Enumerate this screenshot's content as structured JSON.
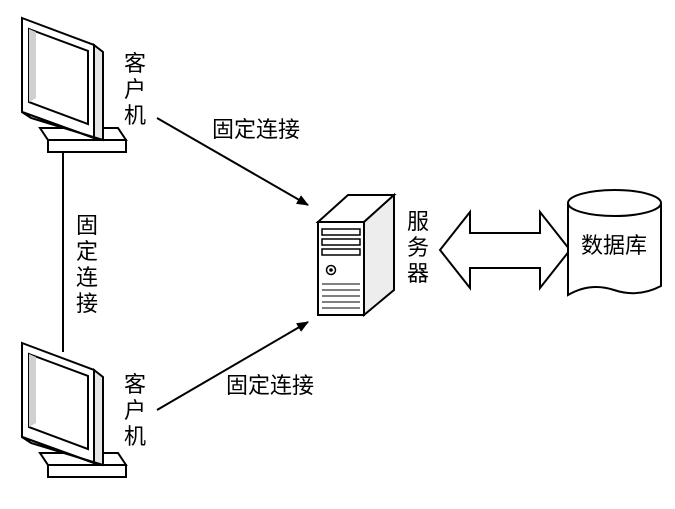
{
  "client_top": {
    "label": "客\n户\n机"
  },
  "client_bottom": {
    "label": "客\n户\n机"
  },
  "server": {
    "label": "服\n务\n器"
  },
  "database": {
    "label": "数据库"
  },
  "links": {
    "top_client_to_server": "固定连接",
    "bottom_client_to_server": "固定连接",
    "between_clients": "固\n定\n连\n接"
  },
  "icons": [
    "monitor-icon",
    "server-tower-icon",
    "database-cylinder-icon",
    "double-arrow-icon"
  ]
}
